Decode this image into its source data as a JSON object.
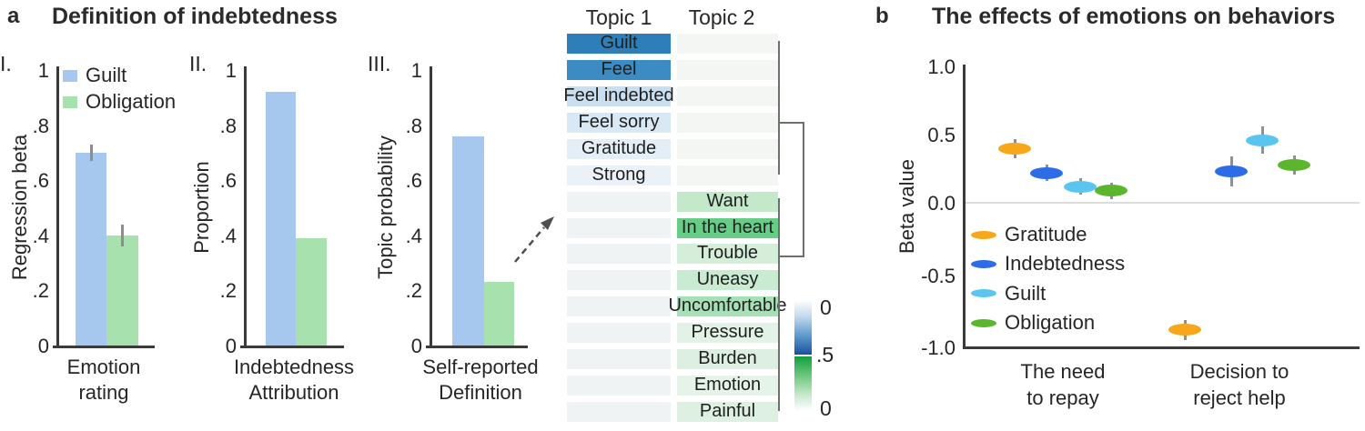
{
  "panel_a": {
    "label": "a",
    "title": "Definition of indebtedness"
  },
  "panel_b": {
    "label": "b"
  },
  "colors": {
    "bar_guilt_blue": "#a6c8ee",
    "bar_obligation_green": "#a7e2ae",
    "axis_dark": "#3a3a3a",
    "error_bar_gray": "#8d8d8d",
    "zero_line_gray": "#dcdcdc",
    "gratitude_orange": "#f6a71c",
    "indebtedness_blue": "#2d6ce6",
    "guilt_lightblue": "#5ac6f0",
    "obligation_green": "#5cb52f",
    "heat_blue_max": "#17519f",
    "heat_green_max": "#109f3e",
    "bracket_gray": "#6f6f6f"
  },
  "chart_data": [
    {
      "id": "emotion-rating",
      "type": "bar",
      "numeral": "I.",
      "ylabel": "Regression beta",
      "xlabel_lines": [
        "Emotion",
        "rating"
      ],
      "ylim": [
        0,
        1
      ],
      "yticks": [
        "1",
        ".8",
        ".6",
        ".4",
        ".2",
        "0"
      ],
      "categories": [
        "Guilt",
        "Obligation"
      ],
      "values": [
        0.7,
        0.4
      ],
      "errors": [
        0.03,
        0.04
      ],
      "bar_colors": [
        "#a6c8ee",
        "#a7e2ae"
      ],
      "legend": [
        {
          "label": "Guilt",
          "color": "#a6c8ee"
        },
        {
          "label": "Obligation",
          "color": "#a7e2ae"
        }
      ]
    },
    {
      "id": "indebtedness-attribution",
      "type": "bar",
      "numeral": "II.",
      "ylabel": "Proportion",
      "xlabel_lines": [
        "Indebtedness",
        "Attribution"
      ],
      "ylim": [
        0,
        1
      ],
      "yticks": [
        "1",
        ".8",
        ".6",
        ".4",
        ".2",
        "0"
      ],
      "categories": [
        "Guilt",
        "Obligation"
      ],
      "values": [
        0.92,
        0.39
      ],
      "errors": [
        0,
        0
      ],
      "bar_colors": [
        "#a6c8ee",
        "#a7e2ae"
      ]
    },
    {
      "id": "self-reported-definition",
      "type": "bar",
      "numeral": "III.",
      "ylabel": "Topic probability",
      "xlabel_lines": [
        "Self-reported",
        "Definition"
      ],
      "ylim": [
        0,
        1
      ],
      "yticks": [
        "1",
        ".8",
        ".6",
        ".4",
        ".2",
        "0"
      ],
      "categories": [
        "Guilt",
        "Obligation"
      ],
      "values": [
        0.76,
        0.23
      ],
      "errors": [
        0,
        0
      ],
      "bar_colors": [
        "#a6c8ee",
        "#a7e2ae"
      ]
    },
    {
      "id": "topic-words",
      "type": "heatmap",
      "columns": [
        "Topic 1",
        "Topic 2"
      ],
      "value_range": [
        0,
        0.5
      ],
      "colorbar_labels": [
        "0",
        ".5",
        "0"
      ],
      "rows": [
        {
          "word": "Guilt",
          "topic": 1,
          "prob": 0.42,
          "cell_colors": [
            "#2e7fb9",
            "#f4f6f4"
          ]
        },
        {
          "word": "Feel",
          "topic": 1,
          "prob": 0.38,
          "cell_colors": [
            "#3c8cc3",
            "#f4f6f4"
          ]
        },
        {
          "word": "Feel indebted",
          "topic": 1,
          "prob": 0.09,
          "cell_colors": [
            "#c9dff0",
            "#f4f6f4"
          ]
        },
        {
          "word": "Feel sorry",
          "topic": 1,
          "prob": 0.07,
          "cell_colors": [
            "#d8e8f4",
            "#f4f6f4"
          ]
        },
        {
          "word": "Gratitude",
          "topic": 1,
          "prob": 0.05,
          "cell_colors": [
            "#e3eef7",
            "#f4f6f4"
          ]
        },
        {
          "word": "Strong",
          "topic": 1,
          "prob": 0.03,
          "cell_colors": [
            "#eaf1f7",
            "#f4f6f4"
          ]
        },
        {
          "word": "Want",
          "topic": 2,
          "prob": 0.14,
          "cell_colors": [
            "#eff3f3",
            "#c3e8ca"
          ]
        },
        {
          "word": "In the heart",
          "topic": 2,
          "prob": 0.34,
          "cell_colors": [
            "#eff3f3",
            "#67cd86"
          ]
        },
        {
          "word": "Trouble",
          "topic": 2,
          "prob": 0.11,
          "cell_colors": [
            "#eff3f3",
            "#d4eeda"
          ]
        },
        {
          "word": "Uneasy",
          "topic": 2,
          "prob": 0.14,
          "cell_colors": [
            "#eff3f3",
            "#c9ebd1"
          ]
        },
        {
          "word": "Uncomfortable",
          "topic": 2,
          "prob": 0.23,
          "cell_colors": [
            "#eff3f3",
            "#a7e0b6"
          ]
        },
        {
          "word": "Pressure",
          "topic": 2,
          "prob": 0.07,
          "cell_colors": [
            "#eff3f3",
            "#e2f2e6"
          ]
        },
        {
          "word": "Burden",
          "topic": 2,
          "prob": 0.09,
          "cell_colors": [
            "#eff3f3",
            "#dcefe1"
          ]
        },
        {
          "word": "Emotion",
          "topic": 2,
          "prob": 0.06,
          "cell_colors": [
            "#eff3f3",
            "#e6f3e9"
          ]
        },
        {
          "word": "Painful",
          "topic": 2,
          "prob": 0.09,
          "cell_colors": [
            "#eff3f3",
            "#ddf0e2"
          ]
        }
      ]
    },
    {
      "id": "emotion-effects",
      "type": "scatter",
      "title": "The effects of emotions on behaviors",
      "ylabel": "Beta value",
      "ylim": [
        -1,
        1
      ],
      "yticks": [
        "1.0",
        "0.5",
        "0.0",
        "-0.5",
        "-1.0"
      ],
      "legend": [
        {
          "label": "Gratitude",
          "color": "#f6a71c"
        },
        {
          "label": "Indebtedness",
          "color": "#2d6ce6"
        },
        {
          "label": "Guilt",
          "color": "#5ac6f0"
        },
        {
          "label": "Obligation",
          "color": "#5cb52f"
        }
      ],
      "groups": [
        {
          "label_lines": [
            "The need",
            "to repay"
          ],
          "points": [
            {
              "series": "Gratitude",
              "beta": 0.4,
              "error": 0.07
            },
            {
              "series": "Indebtedness",
              "beta": 0.22,
              "error": 0.06
            },
            {
              "series": "Guilt",
              "beta": 0.12,
              "error": 0.06
            },
            {
              "series": "Obligation",
              "beta": 0.09,
              "error": 0.06
            }
          ]
        },
        {
          "label_lines": [
            "Decision to",
            "reject help"
          ],
          "points": [
            {
              "series": "Gratitude",
              "beta": -0.88,
              "error": 0.07
            },
            {
              "series": "Indebtedness",
              "beta": 0.23,
              "error": 0.11
            },
            {
              "series": "Guilt",
              "beta": 0.46,
              "error": 0.1
            },
            {
              "series": "Obligation",
              "beta": 0.28,
              "error": 0.07
            }
          ]
        }
      ]
    }
  ]
}
